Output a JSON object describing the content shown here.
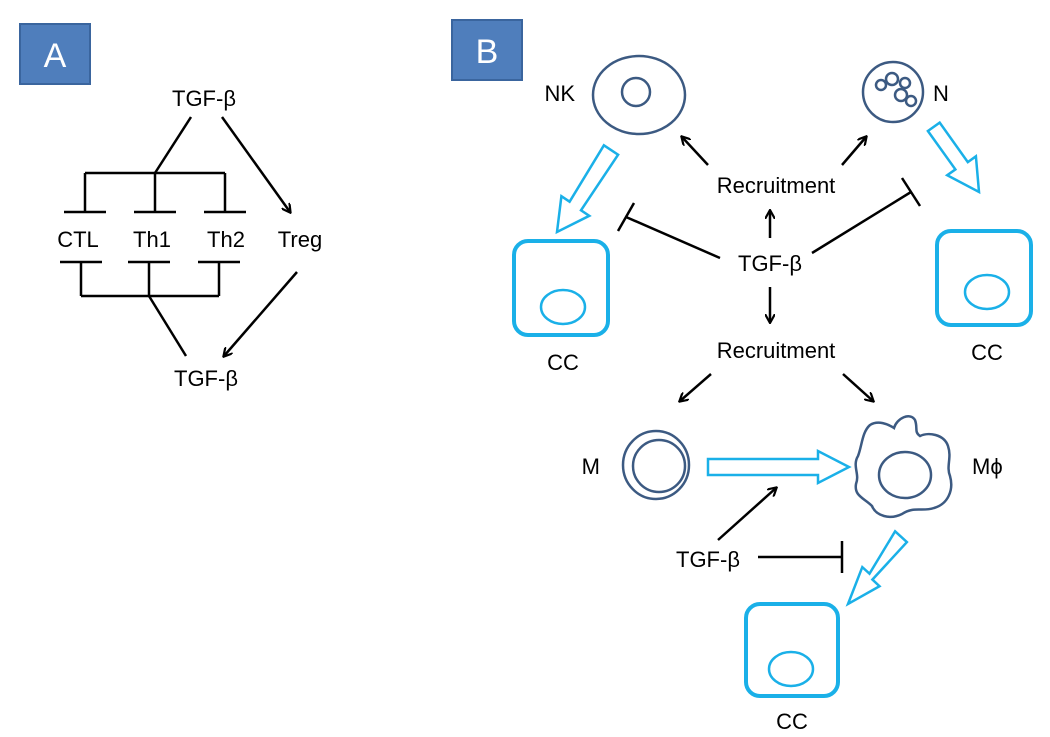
{
  "panel_a": {
    "letter": "A",
    "top_label": "TGF-β",
    "bottom_label": "TGF-β",
    "cells": [
      "CTL",
      "Th1",
      "Th2",
      "Treg"
    ]
  },
  "panel_b": {
    "letter": "B",
    "center_label": "TGF-β",
    "lower_tgf_label": "TGF-β",
    "recruitment_top": "Recruitment",
    "recruitment_bottom": "Recruitment",
    "nk_label": "NK",
    "n_label": "N",
    "m_label": "M",
    "mphi_label": "Mϕ",
    "cc_left_label": "CC",
    "cc_right_label": "CC",
    "cc_bottom_label": "CC"
  },
  "colors": {
    "panel_box": "#4f7ebc",
    "panel_box_border": "#3a659e",
    "immune_cell": "#3c5a82",
    "cancer_cell": "#1ab0e8",
    "line": "#000000"
  }
}
